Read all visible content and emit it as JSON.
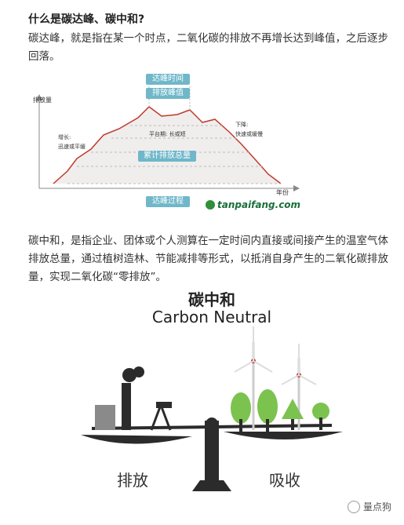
{
  "heading": "什么是碳达峰、碳中和?",
  "para1": "碳达峰，就是指在某一个时点，二氧化碳的排放不再增长达到峰值，之后逐步回落。",
  "diagram": {
    "pill_top1": "达峰时间",
    "pill_top2": "排放峰值",
    "pill_mid": "累计排放总量",
    "pill_bottom": "达峰过程",
    "y_label": "排放量",
    "x_label": "年份",
    "rise_label": "增长:",
    "rise_sub": "迅速或平缓",
    "plateau_label": "平台期: 长或短",
    "fall_label": "下降:",
    "fall_sub": "快速或缓慢",
    "logo": "tanpaifang.com"
  },
  "para2": "碳中和，是指企业、团体或个人测算在一定时间内直接或间接产生的温室气体排放总量，通过植树造林、节能减排等形式，以抵消自身产生的二氧化碳排放量，实现二氧化碳“零排放”。",
  "scale": {
    "title_zh": "碳中和",
    "title_en": "Carbon Neutral",
    "left_label": "排放",
    "right_label": "吸收"
  },
  "watermark": "量点狗",
  "colors": {
    "pill": "#6fb7c9",
    "tree": "#7cc24f",
    "dark": "#2b2b2b"
  }
}
